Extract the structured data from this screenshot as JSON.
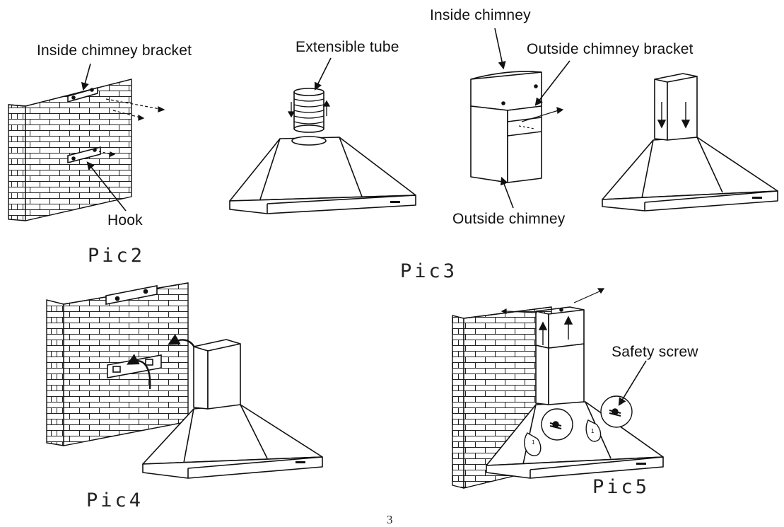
{
  "labels": {
    "inside_chimney_bracket": "Inside chimney bracket",
    "hook": "Hook",
    "extensible_tube": "Extensible tube",
    "inside_chimney": "Inside chimney",
    "outside_chimney_bracket": "Outside chimney bracket",
    "outside_chimney": "Outside chimney",
    "safety_screw": "Safety screw"
  },
  "captions": {
    "pic2": "Pic2",
    "pic3": "Pic3",
    "pic4": "Pic4",
    "pic5": "Pic5"
  },
  "page_number": "3",
  "colors": {
    "line": "#111111",
    "background": "#ffffff"
  }
}
